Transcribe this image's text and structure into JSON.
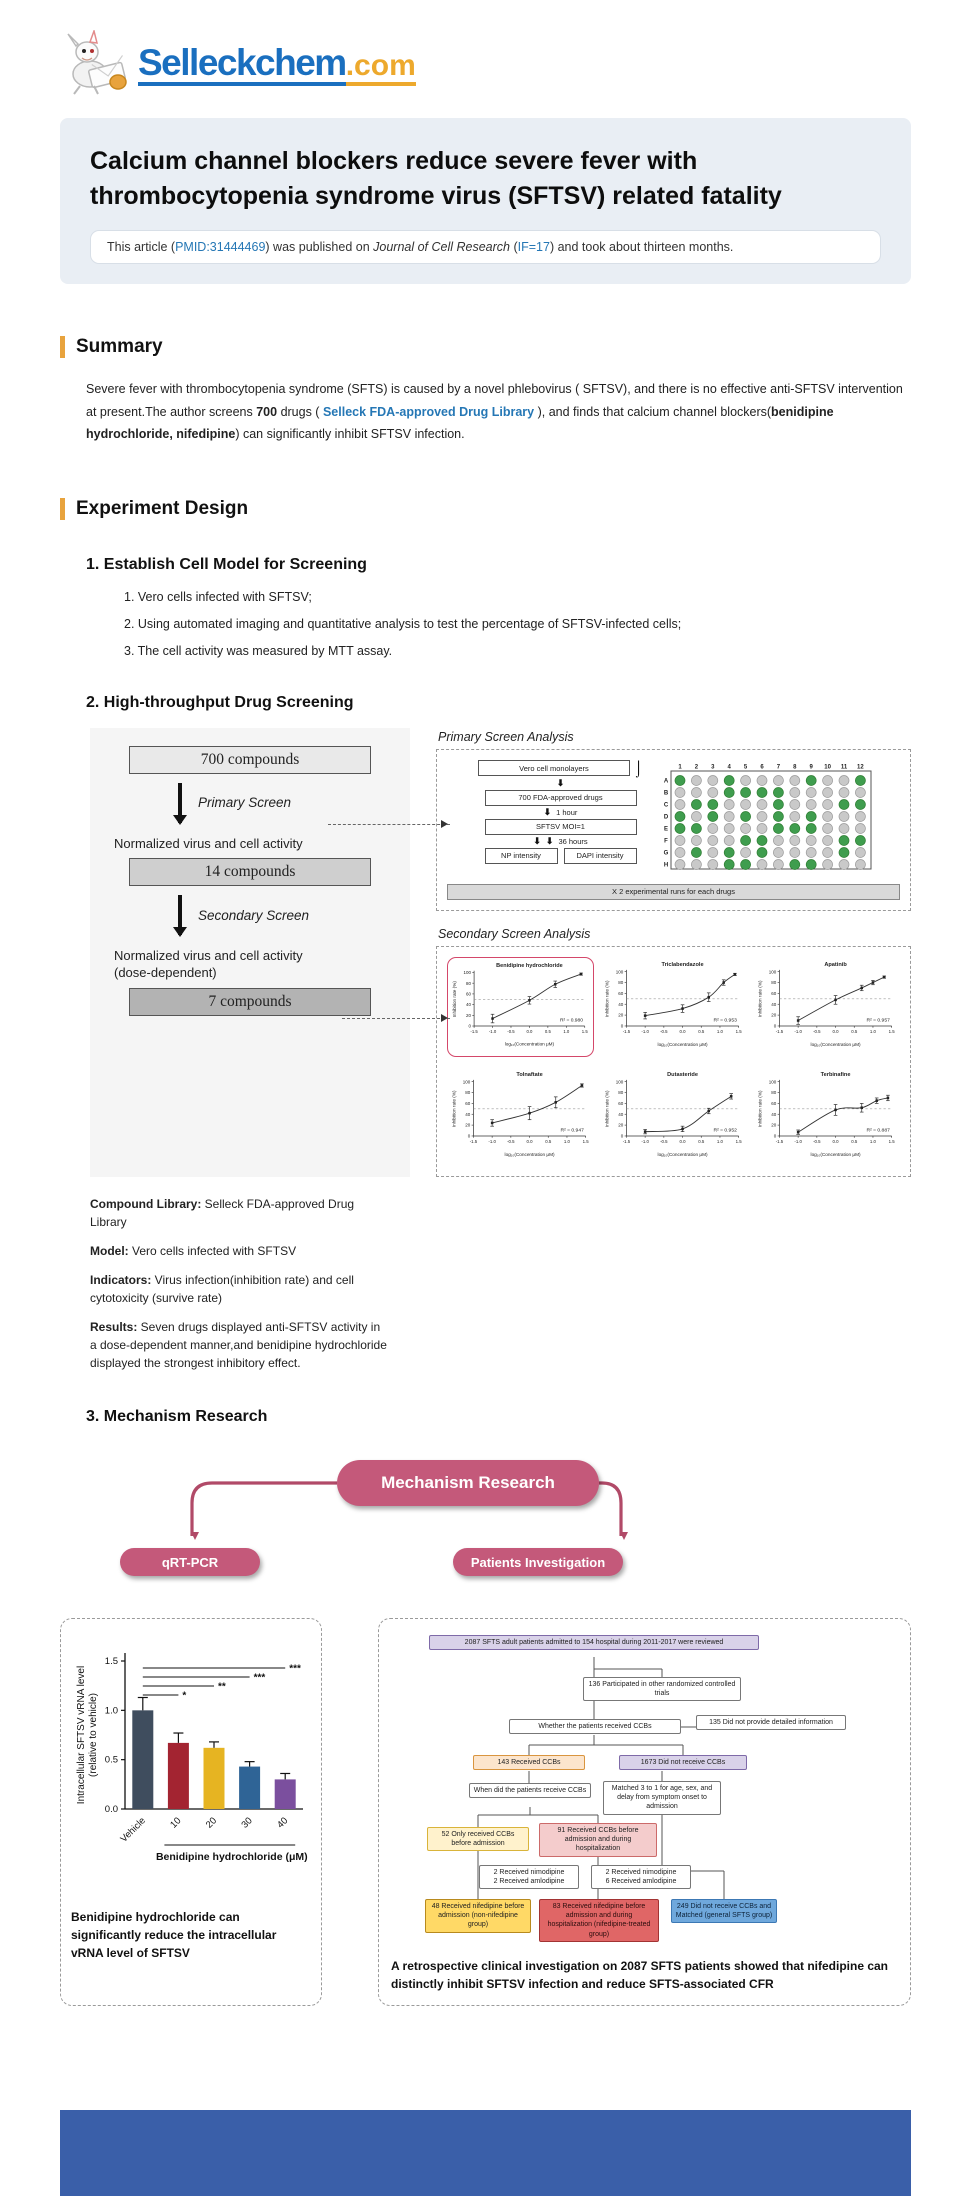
{
  "colors": {
    "accent_orange": "#e8a33d",
    "link_blue": "#2577b5",
    "brand_blue": "#1a6fbf",
    "brand_orange": "#eda92d",
    "pill_pink": "#c4597a",
    "footer_blue": "#3a5fa9",
    "plate_green": "#3f9d4e",
    "highlight_red": "#d4476a"
  },
  "header": {
    "brand": "Selleckchem",
    "tld": ".com"
  },
  "title_card": {
    "title": "Calcium channel blockers reduce severe fever with thrombocytopenia syndrome virus (SFTSV) related fatality",
    "meta": {
      "prefix": "This article (",
      "pmid": "PMID:31444469",
      "mid1": ") was published on ",
      "journal": "Journal of Cell Research",
      "mid2": " (",
      "impact": "IF=17",
      "suffix": ") and took about thirteen months."
    }
  },
  "summary": {
    "heading": "Summary",
    "p1": "Severe fever with thrombocytopenia syndrome (SFTS) is caused by a novel phlebovirus ( SFTSV), and there is no effective anti-SFTSV intervention at present.The author screens ",
    "bold_700": "700",
    "p2": " drugs ( ",
    "link": "Selleck FDA-approved Drug Library",
    "p3": " ), and finds that calcium channel blockers(",
    "bold_drugs": "benidipine hydrochloride, nifedipine",
    "p4": ") can significantly inhibit SFTSV infection."
  },
  "experiment": {
    "heading": "Experiment Design",
    "sec1": {
      "title": "1. Establish Cell Model for Screening",
      "items": [
        "1. Vero cells infected with SFTSV;",
        "2. Using automated imaging and quantitative analysis to test the percentage of SFTSV-infected cells;",
        "3. The cell activity was measured by MTT assay."
      ]
    },
    "sec2": {
      "title": "2. High-throughput Drug Screening"
    },
    "sec3": {
      "title": "3. Mechanism Research"
    }
  },
  "screening_flow": {
    "box1": "700 compounds",
    "arrow1_label": "Primary Screen",
    "between1": "Normalized virus and cell activity",
    "box2": "14 compounds",
    "arrow2_label": "Secondary Screen",
    "between2_line1": "Normalized virus and cell activity",
    "between2_line2": "(dose-dependent)",
    "box3": "7 compounds"
  },
  "primary_panel": {
    "title": "Primary Screen Analysis",
    "steps": [
      "Vero cell monolayers",
      "700 FDA-approved drugs",
      "SFTSV MOI=1"
    ],
    "hour_label": "1 hour",
    "hours36_label": "36 hours",
    "outputs": [
      "NP intensity",
      "DAPI intensity"
    ],
    "runs_bar": "X 2 experimental runs for each drugs",
    "plate": {
      "cols": [
        "1",
        "2",
        "3",
        "4",
        "5",
        "6",
        "7",
        "8",
        "9",
        "10",
        "11",
        "12"
      ],
      "rows": [
        "A",
        "B",
        "C",
        "D",
        "E",
        "F",
        "G",
        "H"
      ]
    }
  },
  "secondary_panel": {
    "title": "Secondary Screen Analysis"
  },
  "notes": [
    {
      "label": "Compound Library:",
      "text": " Selleck FDA-approved Drug Library"
    },
    {
      "label": "Model:",
      "text": " Vero cells infected with SFTSV"
    },
    {
      "label": "Indicators:",
      "text": " Virus infection(inhibition rate) and cell cytotoxicity (survive rate)"
    },
    {
      "label": "Results:",
      "text": " Seven drugs displayed anti-SFTSV activity in a dose-dependent manner,and benidipine hydrochloride displayed the strongest inhibitory effect."
    }
  ],
  "mechanism": {
    "hub": "Mechanism Research",
    "left_pill": "qRT-PCR",
    "right_pill": "Patients Investigation"
  },
  "qrt_caption": "Benidipine hydrochloride can significantly reduce the intracellular vRNA level of SFTSV",
  "patients": {
    "caption": "A retrospective clinical investigation on 2087 SFTS patients showed that nifedipine can distinctly inhibit SFTSV infection and reduce SFTS-associated CFR",
    "flow_boxes": [
      {
        "id": "A",
        "role": "lavender",
        "text": "2087 SFTS adult patients admitted to 154 hospital during 2011-2017 were reviewed"
      },
      {
        "id": "B",
        "role": "white",
        "text": "136 Participated in other randomized controlled trials"
      },
      {
        "id": "C",
        "role": "white",
        "text": "Whether the patients received CCBs"
      },
      {
        "id": "D",
        "role": "white",
        "text": "135 Did not  provide detailed information"
      },
      {
        "id": "E",
        "role": "tan",
        "text": "143 Received CCBs"
      },
      {
        "id": "F",
        "role": "lavender",
        "text": "1673 Did not receive CCBs"
      },
      {
        "id": "G",
        "role": "white",
        "text": "When did the patients receive CCBs"
      },
      {
        "id": "H",
        "role": "white",
        "text": "Matched 3 to 1 for age, sex, and delay from symptom onset to admission"
      },
      {
        "id": "I",
        "role": "lightyellow",
        "text": "52 Only received CCBs before admission"
      },
      {
        "id": "J",
        "role": "pink",
        "text": "91 Received CCBs before admission and during hospitalization"
      },
      {
        "id": "K",
        "role": "white",
        "text": "2 Received nimodipine\n2 Received amlodipine"
      },
      {
        "id": "L",
        "role": "white",
        "text": "2 Received nimodipine\n6 Received amlodipine"
      },
      {
        "id": "M",
        "role": "yellow",
        "text": "48 Received nifedipine before admission (non-nifedipine group)"
      },
      {
        "id": "N",
        "role": "red",
        "text": "83 Received nifedipine before admission and during hospitalization (nifedipine-treated group)"
      },
      {
        "id": "O",
        "role": "blue",
        "text": "249 Did not receive CCBs and Matched (general SFTS group)"
      }
    ]
  },
  "chart_data": [
    {
      "id": "vrna_bar",
      "type": "bar",
      "categories": [
        "Vehicle",
        "10",
        "20",
        "30",
        "40"
      ],
      "values": [
        1.0,
        0.67,
        0.62,
        0.43,
        0.3
      ],
      "errors": [
        0.13,
        0.1,
        0.06,
        0.05,
        0.06
      ],
      "bar_colors": [
        "#3f4d5e",
        "#a32431",
        "#e6b422",
        "#2f6496",
        "#7b4f9e"
      ],
      "ylabel_line1": "Intracellular SFTSV vRNA level",
      "ylabel_line2": "(relative to vehicle)",
      "xlabel": "Benidipine hydrochloride (μM)",
      "ylim": [
        0,
        1.5
      ],
      "yticks": [
        "0.0",
        "0.5",
        "1.0",
        "1.5"
      ],
      "significance": [
        {
          "to": 1,
          "stars": "*"
        },
        {
          "to": 2,
          "stars": "**"
        },
        {
          "to": 3,
          "stars": "***"
        },
        {
          "to": 4,
          "stars": "***"
        }
      ]
    },
    {
      "id": "dose_response_grid",
      "type": "line",
      "xlabel": "log₁₀(Concentration μM)",
      "ylabel": "Inhibition rate (%)",
      "xlim": [
        -1.5,
        1.5
      ],
      "ylim": [
        0,
        100
      ],
      "xticks": [
        "-1.5",
        "-1.0",
        "-0.5",
        "0.0",
        "0.5",
        "1.0",
        "1.5"
      ],
      "yticks": [
        "0",
        "20",
        "40",
        "60",
        "80",
        "100"
      ],
      "halfline": 50,
      "series": [
        {
          "name": "Benidipine hydrochloride",
          "r2": "R² = 0.980",
          "highlighted": true,
          "x": [
            -1,
            0,
            0.7,
            1.4
          ],
          "y": [
            14,
            48,
            78,
            97
          ],
          "err": [
            8,
            7,
            6,
            2
          ]
        },
        {
          "name": "Triclabendazole",
          "r2": "R² = 0.953",
          "x": [
            -1,
            0,
            0.7,
            1.1,
            1.4
          ],
          "y": [
            19,
            32,
            53,
            80,
            95
          ],
          "err": [
            6,
            7,
            8,
            5,
            2
          ]
        },
        {
          "name": "Apatinib",
          "r2": "R² = 0.957",
          "x": [
            -1,
            0,
            0.7,
            1,
            1.3
          ],
          "y": [
            10,
            48,
            70,
            80,
            90
          ],
          "err": [
            7,
            8,
            5,
            4,
            2
          ]
        },
        {
          "name": "Tolnaftate",
          "r2": "R² = 0.947",
          "x": [
            -1,
            0,
            0.7,
            1.4
          ],
          "y": [
            24,
            42,
            62,
            93
          ],
          "err": [
            6,
            12,
            10,
            3
          ]
        },
        {
          "name": "Dutasteride",
          "r2": "R² = 0.952",
          "x": [
            -1,
            0,
            0.7,
            1.3
          ],
          "y": [
            8,
            13,
            46,
            73
          ],
          "err": [
            4,
            5,
            5,
            5
          ]
        },
        {
          "name": "Terbinafine",
          "r2": "R² = 0.887",
          "x": [
            -1,
            0,
            0.7,
            1.1,
            1.4
          ],
          "y": [
            7,
            48,
            52,
            65,
            70
          ],
          "err": [
            4,
            10,
            8,
            5,
            5
          ]
        }
      ]
    }
  ]
}
